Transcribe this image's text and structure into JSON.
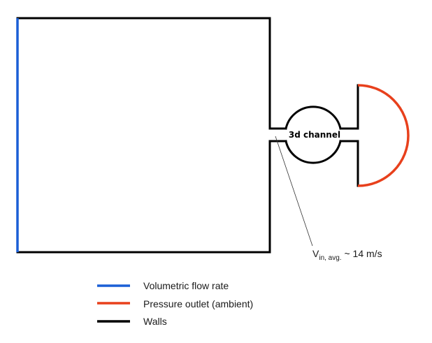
{
  "diagram": {
    "channel_label": "3d channel",
    "velocity_annotation": {
      "symbol": "V",
      "subscript": "in, avg.",
      "value_text": " ~ 14 m/s"
    },
    "colors": {
      "inlet": "#1a5fd6",
      "outlet": "#e8401c",
      "walls": "#000000",
      "leader": "#333333"
    }
  },
  "legend": {
    "items": [
      {
        "label": "Volumetric flow rate",
        "color": "#1a5fd6",
        "meaning": "inlet"
      },
      {
        "label": "Pressure outlet (ambient)",
        "color": "#e8401c",
        "meaning": "outlet"
      },
      {
        "label": "Walls",
        "color": "#000000",
        "meaning": "walls"
      }
    ]
  }
}
